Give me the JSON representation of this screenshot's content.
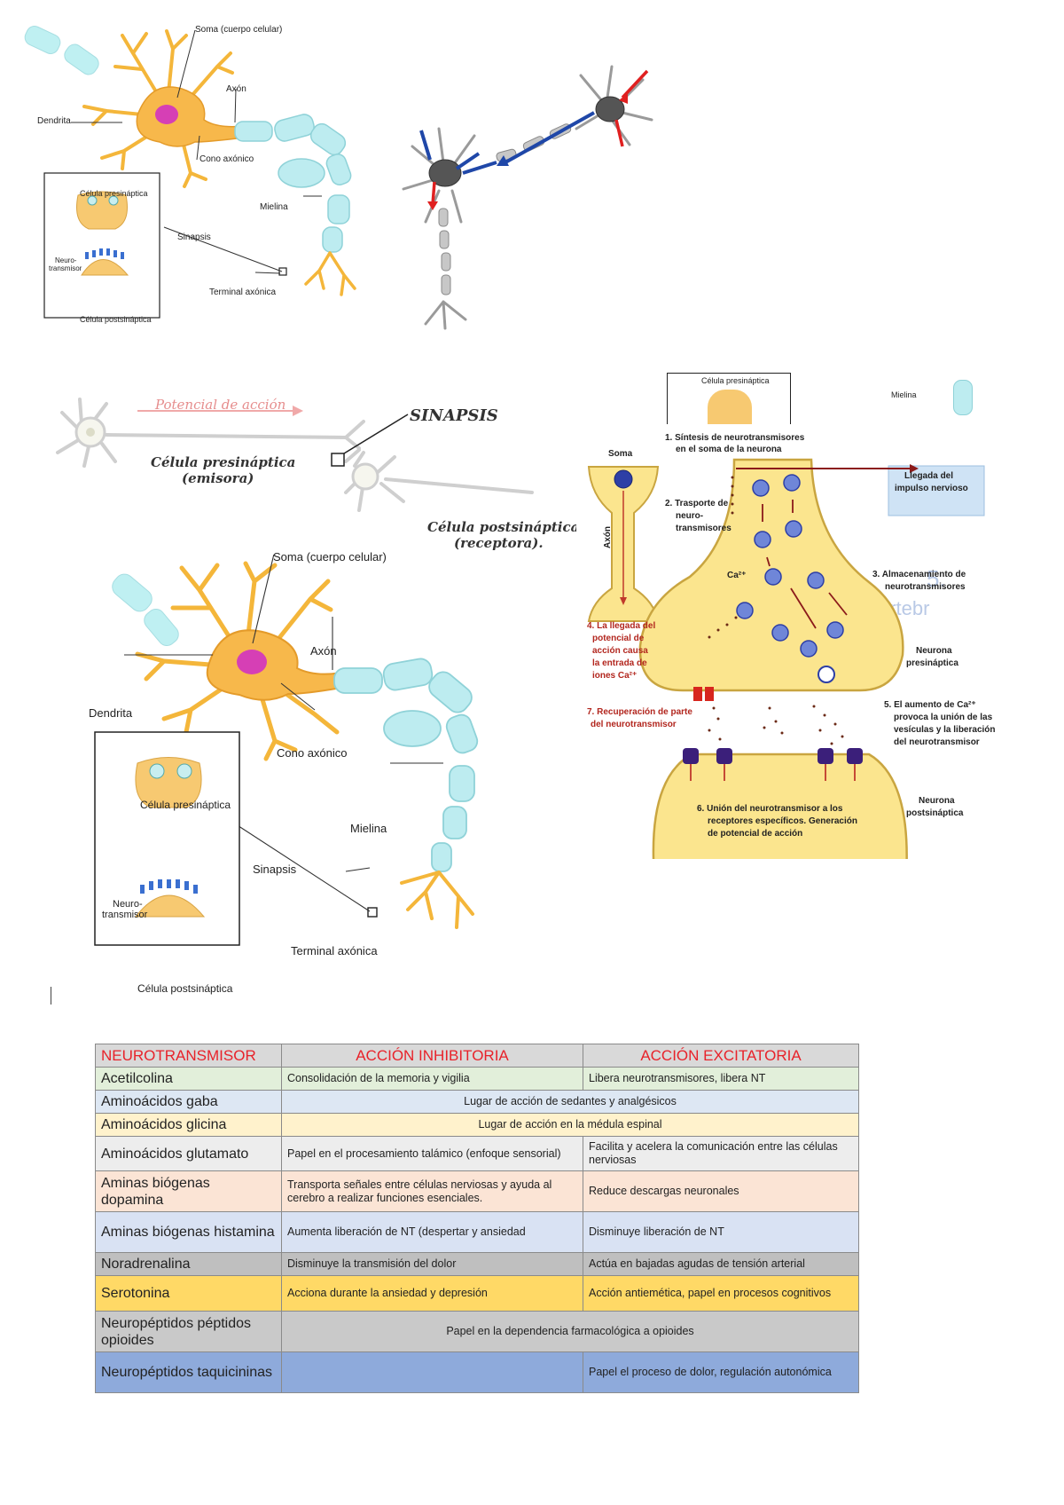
{
  "figure1": {
    "soma": "Soma (cuerpo celular)",
    "axon": "Axón",
    "dendrite": "Dendrita",
    "cone": "Cono axónico",
    "myelin": "Mielina",
    "synapse": "Sinapsis",
    "terminal": "Terminal axónica",
    "presynaptic": "Célula presináptica",
    "postsynaptic": "Célula postsináptica",
    "neurotransmitter_1": "Neuro-",
    "neurotransmitter_2": "transmisor"
  },
  "figure3": {
    "action_potential": "Potencial de acción",
    "synapse": "SINAPSIS",
    "pre_cell_1": "Célula presináptica",
    "pre_cell_2": "(emisora)",
    "post_cell_1": "Célula postsináptica",
    "post_cell_2": "(receptora)."
  },
  "figure5": {
    "soma": "Soma",
    "axon": "Axón",
    "step1_a": "1. Síntesis de neurotransmisores",
    "step1_b": "en el soma de la neurona",
    "arrival_a": "Llegada del",
    "arrival_b": "impulso nervioso",
    "step2_a": "2. Trasporte de",
    "step2_b": "neuro-",
    "step2_c": "transmisores",
    "ca": "Ca²⁺",
    "step3_a": "3. Almacenamiento de",
    "step3_b": "neurotransmisores",
    "step4_a": "4. La llegada del",
    "step4_b": "potencial de",
    "step4_c": "acción causa",
    "step4_d": "la entrada de",
    "step4_e": "iones Ca²⁺",
    "pre_neuron_a": "Neurona",
    "pre_neuron_b": "presináptica",
    "step7_a": "7. Recuperación de parte",
    "step7_b": "del neurotransmisor",
    "step5_a": "5. El aumento de Ca²⁺",
    "step5_b": "provoca la unión de las",
    "step5_c": "vesículas y la liberación",
    "step5_d": "del neurotransmisor",
    "step6_a": "6. Unión del neurotransmisor a los",
    "step6_b": "receptores específicos. Generación",
    "step6_c": "de potencial de acción",
    "post_neuron_a": "Neurona",
    "post_neuron_b": "postsináptica",
    "bg_vert": "vertebr",
    "bg_presyn": "Célula presináptica",
    "bg_myelin": "Mielina"
  },
  "table": {
    "headers": [
      "NEUROTRANSMISOR",
      "ACCIÓN INHIBITORIA",
      "ACCIÓN EXCITATORIA"
    ],
    "rows": [
      {
        "name": "Acetilcolina",
        "inh": "Consolidación de la memoria y vigilia",
        "exc": "Libera neurotransmisores, libera NT",
        "color": "#e2efda"
      },
      {
        "name": "Aminoácidos gaba",
        "span": "Lugar de acción de sedantes y analgésicos",
        "color": "#dde7f3"
      },
      {
        "name": "Aminoácidos glicina",
        "span": "Lugar de acción en la médula espinal",
        "color": "#fff2cc"
      },
      {
        "name": "Aminoácidos glutamato",
        "inh": "Papel en el procesamiento talámico (enfoque sensorial)",
        "exc": "Facilita y acelera la comunicación entre las células nerviosas",
        "color": "#ededed"
      },
      {
        "name": "Aminas biógenas dopamina",
        "inh": "Transporta señales entre células nerviosas y ayuda al cerebro a realizar funciones esenciales.",
        "exc": "Reduce descargas neuronales",
        "color": "#fbe4d5"
      },
      {
        "name": "Aminas biógenas histamina",
        "inh": "Aumenta liberación de NT (despertar y ansiedad",
        "exc": "Disminuye liberación de NT",
        "color": "#d9e2f3"
      },
      {
        "name": "Noradrenalina",
        "inh": "Disminuye la transmisión del dolor",
        "exc": "Actúa en bajadas agudas de tensión arterial",
        "color": "#bfbfbf"
      },
      {
        "name": "Serotonina",
        "inh": "Acciona durante la ansiedad y depresión",
        "exc": "Acción antiemética, papel en procesos cognitivos",
        "color": "#ffd966"
      },
      {
        "name": "Neuropéptidos péptidos opioides",
        "span": "Papel en la dependencia farmacológica a opioides",
        "color": "#c9c9c9"
      },
      {
        "name": "Neuropéptidos taquicininas",
        "inh": "",
        "exc": "Papel el proceso de dolor, regulación autonómica",
        "color": "#8eaadb"
      }
    ]
  }
}
